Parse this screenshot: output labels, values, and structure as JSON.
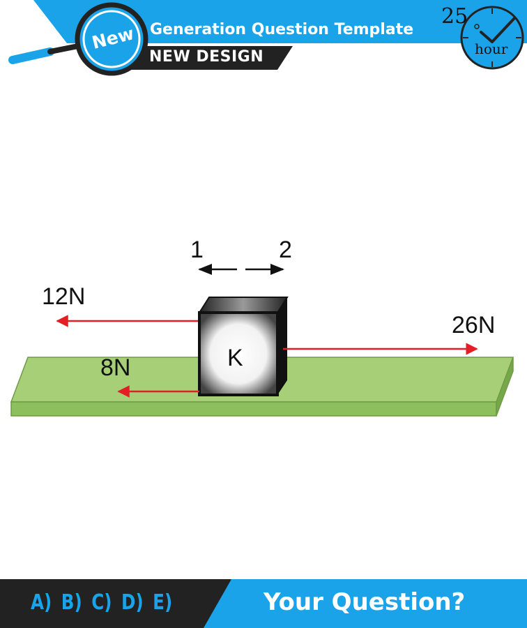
{
  "header": {
    "badge": "New",
    "title": "Generation Question Template",
    "subtitle": "NEW DESIGN",
    "clock_number": "25",
    "clock_unit": "hour"
  },
  "diagram": {
    "block_label": "K",
    "direction_1": "1",
    "direction_2": "2",
    "forces": [
      {
        "label": "12N",
        "direction": "left"
      },
      {
        "label": "8N",
        "direction": "left"
      },
      {
        "label": "26N",
        "direction": "right"
      }
    ],
    "colors": {
      "surface": "#a6cf78",
      "surface_side": "#76a84a",
      "arrow": "#e31e24",
      "block_dark": "#111111"
    }
  },
  "footer": {
    "options": "A) B) C) D) E)",
    "question": "Your Question?"
  },
  "colors": {
    "accent": "#1aa3e8",
    "dark": "#222222"
  }
}
